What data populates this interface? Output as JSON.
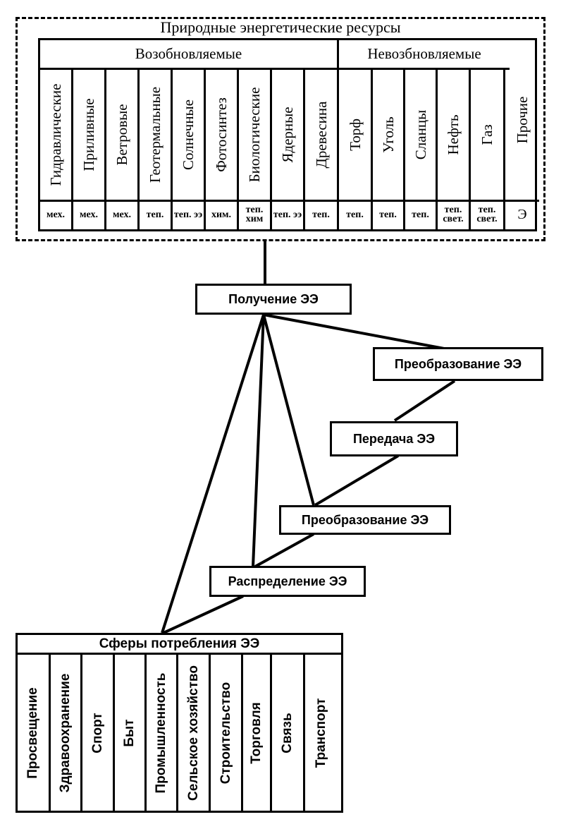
{
  "resources": {
    "title": "Природные энергетические ресурсы",
    "renewable_header": "Возобновляемые",
    "nonrenewable_header": "Невозбновляемые",
    "renewable": [
      {
        "name": "Гидравлические",
        "type": "мех."
      },
      {
        "name": "Приливные",
        "type": "мех."
      },
      {
        "name": "Ветровые",
        "type": "мех."
      },
      {
        "name": "Геотермальные",
        "type": "теп."
      },
      {
        "name": "Солнечные",
        "type": "теп. ээ"
      },
      {
        "name": "Фотосинтез",
        "type": "хим."
      },
      {
        "name": "Биологические",
        "type": "теп. хим"
      },
      {
        "name": "Ядерные",
        "type": "теп. ээ"
      },
      {
        "name": "Древесина",
        "type": "теп."
      }
    ],
    "nonrenewable": [
      {
        "name": "Торф",
        "type": "теп."
      },
      {
        "name": "Уголь",
        "type": "теп."
      },
      {
        "name": "Сланцы",
        "type": "теп."
      },
      {
        "name": "Нефть",
        "type": "теп. свет."
      },
      {
        "name": "Газ",
        "type": "теп. свет."
      }
    ],
    "other": {
      "name": "Прочие",
      "type": "Э"
    }
  },
  "process": {
    "obtaining": "Получение ЭЭ",
    "conversion_1": "Преобразование ЭЭ",
    "transmission": "Передача ЭЭ",
    "conversion_2": "Преобразование ЭЭ",
    "distribution": "Распределение ЭЭ"
  },
  "consumption": {
    "title": "Сферы потребления ЭЭ",
    "spheres": [
      "Просвещение",
      "Здравоохранение",
      "Спорт",
      "Быт",
      "Промышленность",
      "Сельское хозяйство",
      "Строительство",
      "Торговля",
      "Связь",
      "Транспорт"
    ]
  }
}
